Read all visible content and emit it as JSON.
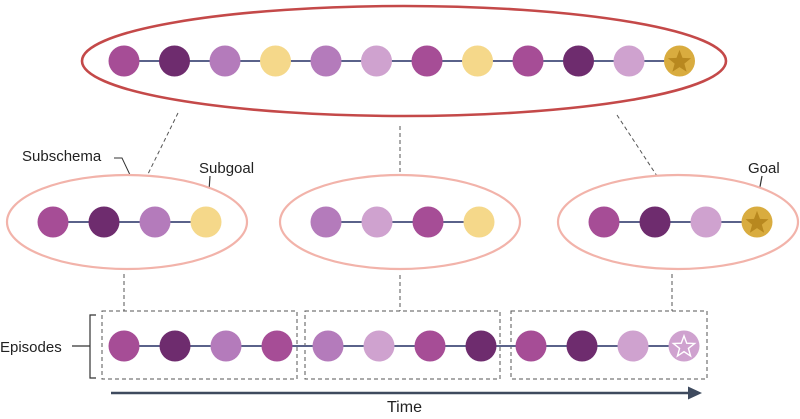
{
  "labels": {
    "subschema": "Subschema",
    "subgoal": "Subgoal",
    "goal": "Goal",
    "episodes": "Episodes",
    "time": "Time"
  },
  "colors": {
    "medium_purple": "#a64d96",
    "dark_purple": "#6e2c6e",
    "light_purple": "#b47bbb",
    "pale_purple": "#cfa2cf",
    "yellow": "#f5d88a",
    "gold": "#d9ac3f",
    "gold_star": "#b8881f",
    "schema_outline": "#c44949",
    "subschema_outline": "#f2b3aa",
    "connector": "#5a628a",
    "time_arrow": "#3e4a5e",
    "dashed": "#555555"
  },
  "schema": {
    "nodes": [
      "medium_purple",
      "dark_purple",
      "light_purple",
      "yellow",
      "light_purple",
      "pale_purple",
      "medium_purple",
      "yellow",
      "medium_purple",
      "dark_purple",
      "pale_purple",
      "goal_star"
    ]
  },
  "subschemas": [
    {
      "nodes": [
        "medium_purple",
        "dark_purple",
        "light_purple",
        "yellow"
      ]
    },
    {
      "nodes": [
        "light_purple",
        "pale_purple",
        "medium_purple",
        "yellow"
      ]
    },
    {
      "nodes": [
        "medium_purple",
        "dark_purple",
        "pale_purple",
        "goal_star"
      ]
    }
  ],
  "episodes": [
    {
      "nodes": [
        "medium_purple",
        "dark_purple",
        "light_purple",
        "medium_purple"
      ]
    },
    {
      "nodes": [
        "light_purple",
        "pale_purple",
        "medium_purple",
        "dark_purple"
      ]
    },
    {
      "nodes": [
        "medium_purple",
        "dark_purple",
        "pale_purple",
        "outline_star"
      ]
    }
  ]
}
